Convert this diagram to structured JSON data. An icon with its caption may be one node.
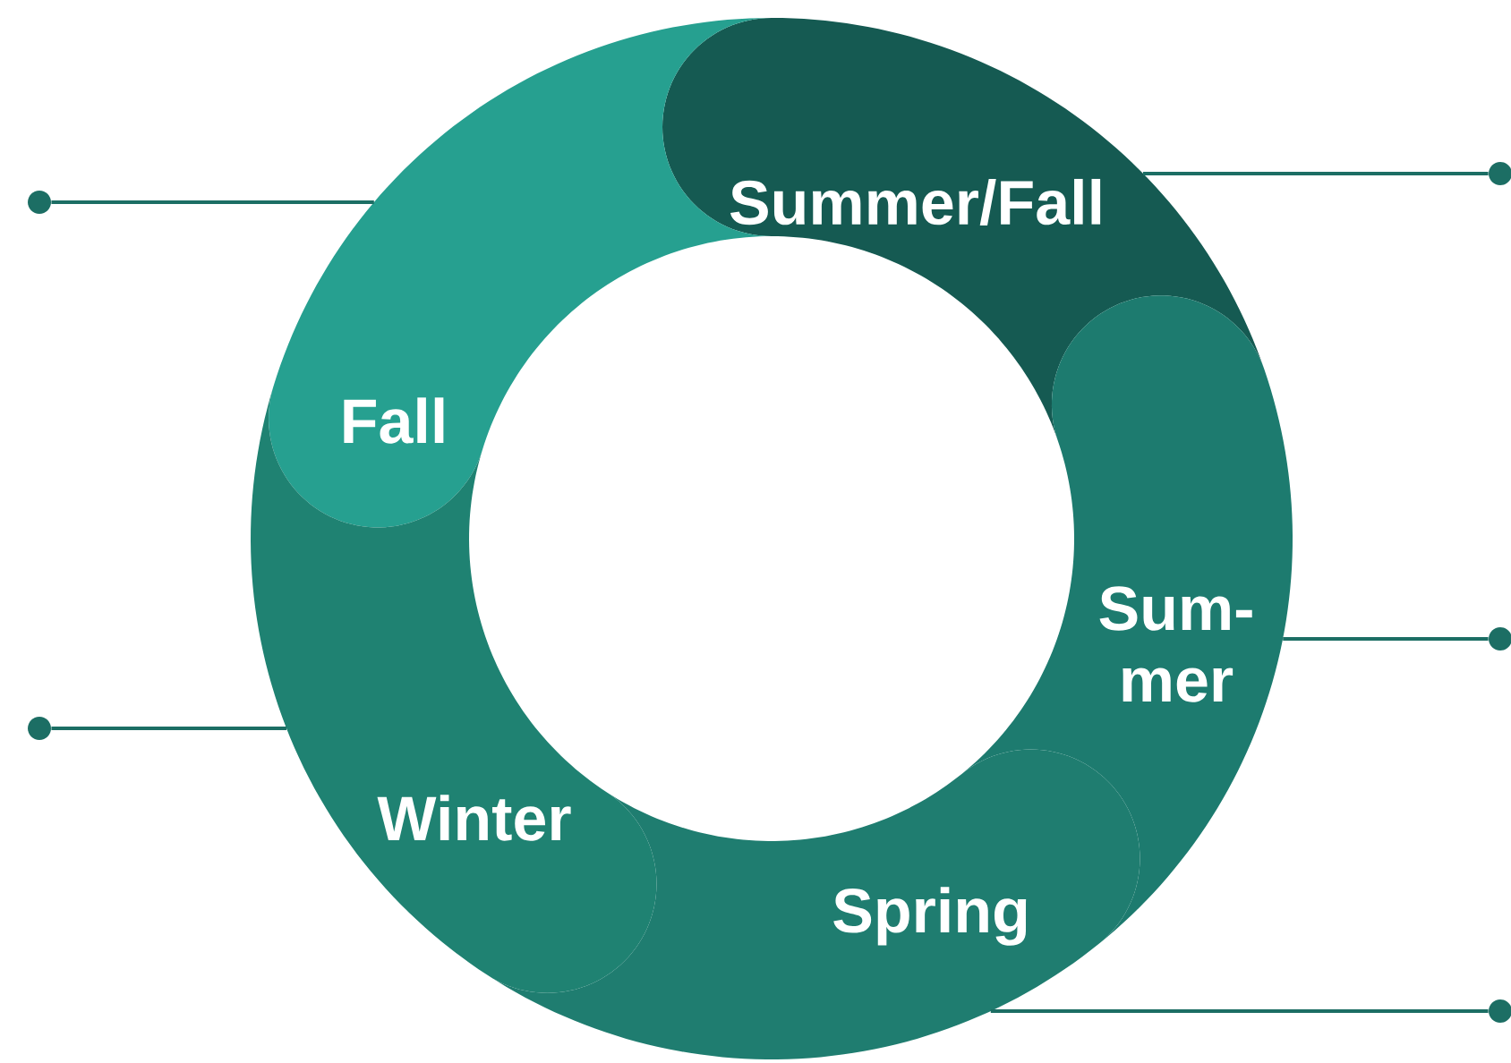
{
  "diagram": {
    "nodes": [
      {
        "text": [
          "Summer/Fall"
        ]
      },
      {
        "text": [
          "Fall"
        ]
      },
      {
        "text": [
          "Sum- mer"
        ]
      },
      {
        "text": [
          "Winter"
        ]
      },
      {
        "text": [
          "Spring"
        ]
      },
      {
        "text": [],
        "shape": "circle"
      },
      {
        "text": [],
        "shape": "circle"
      },
      {
        "text": [],
        "shape": "circle"
      },
      {
        "text": [],
        "shape": "circle"
      },
      {
        "text": [],
        "shape": "circle"
      }
    ],
    "edges": [
      {
        "from": 0,
        "to": 5,
        "arrow": "none"
      },
      {
        "from": 1,
        "to": 6,
        "arrow": "none"
      },
      {
        "from": 2,
        "to": 7,
        "arrow": "none"
      },
      {
        "from": 3,
        "to": 8,
        "arrow": "none"
      },
      {
        "from": 4,
        "to": 9,
        "arrow": "none"
      }
    ]
  }
}
